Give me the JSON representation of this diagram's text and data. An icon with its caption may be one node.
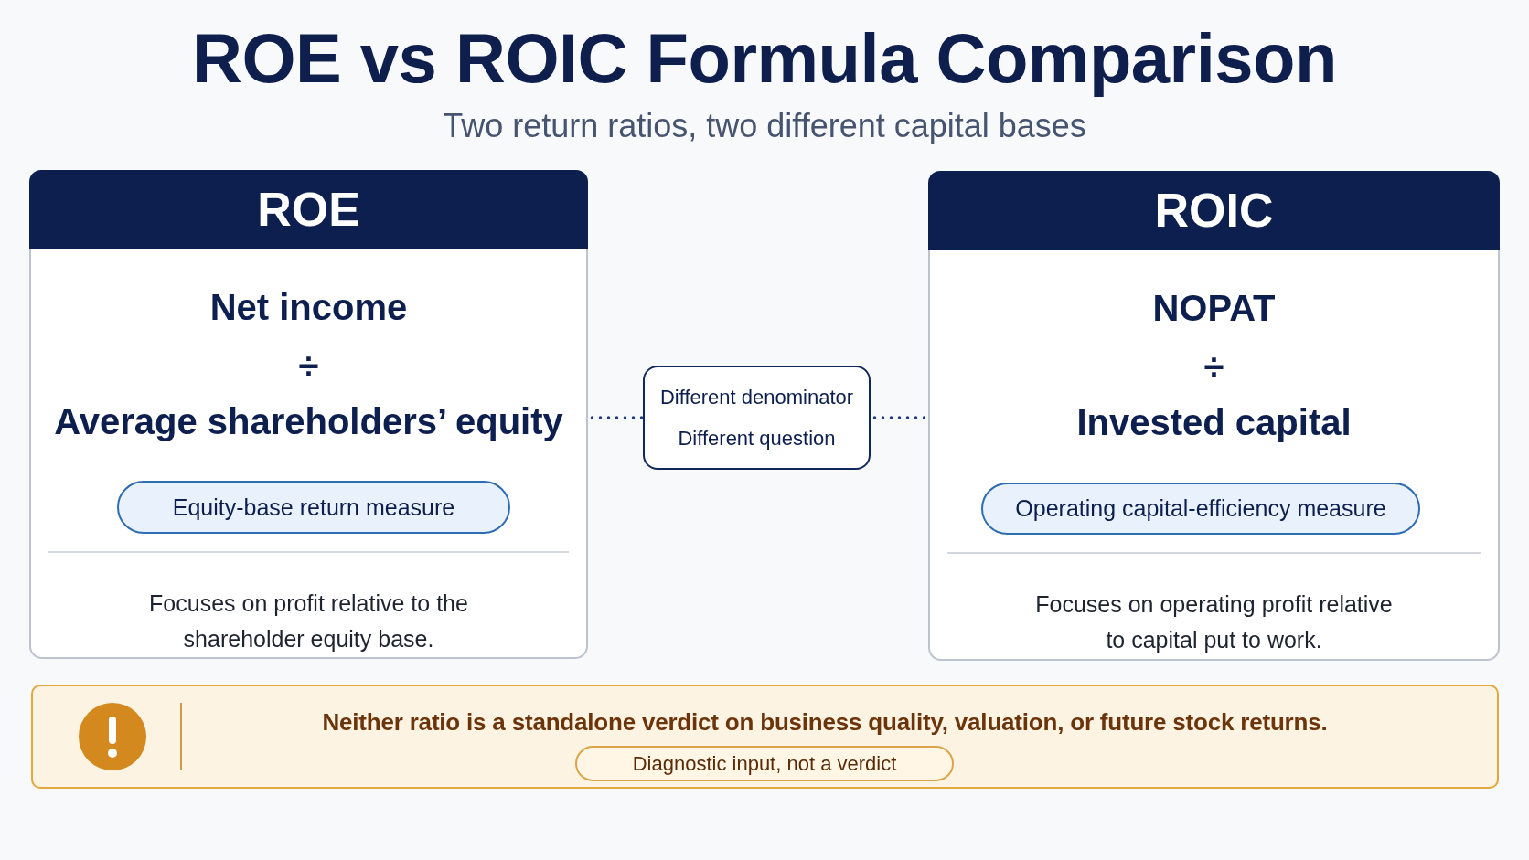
{
  "diagram": {
    "title": "ROE vs ROIC Formula Comparison",
    "nodes": [
      {
        "text": [
          "ROE",
          "Net income",
          "÷",
          "Average shareholders’ equity",
          "Focuses on profit relative to the shareholder equity base."
        ]
      },
      {
        "text": [
          "Equity-base return measure"
        ],
        "in": 0
      },
      {
        "text": [
          "Different denominator",
          "Different question"
        ]
      },
      {
        "text": [
          "ROIC",
          "NOPAT",
          "÷",
          "Invested capital",
          "Focuses on operating profit relative to capital put to work."
        ]
      },
      {
        "text": [
          "Operating capital-efficiency measure"
        ],
        "in": 3
      },
      {
        "text": [
          "Neither ratio is a standalone verdict on business quality, valuation, or future stock returns."
        ]
      },
      {
        "text": [
          "Diagnostic input, not a verdict"
        ],
        "in": 5
      }
    ],
    "edges": [
      {
        "from": 0,
        "to": 2,
        "arrow": "none",
        "style": "dashed"
      },
      {
        "from": 2,
        "to": 3,
        "arrow": "none",
        "style": "dashed"
      }
    ],
    "labels": [
      "Two return ratios, two different capital bases"
    ]
  }
}
